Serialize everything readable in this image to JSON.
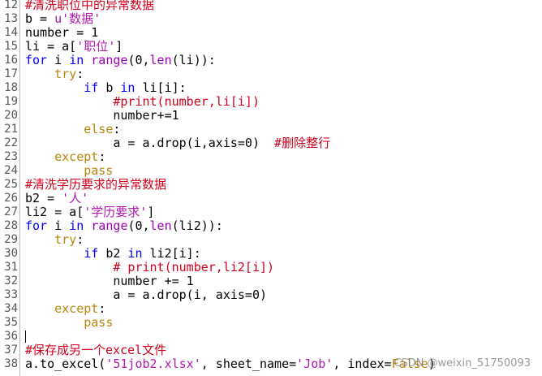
{
  "lines": [
    {
      "n": "12",
      "t": [
        {
          "c": "c",
          "v": "#清洗职位中的异常数据"
        }
      ]
    },
    {
      "n": "13",
      "t": [
        {
          "c": "",
          "v": "b = "
        },
        {
          "c": "s",
          "v": "u'数据'"
        }
      ]
    },
    {
      "n": "14",
      "t": [
        {
          "c": "",
          "v": "number = 1"
        }
      ]
    },
    {
      "n": "15",
      "t": [
        {
          "c": "",
          "v": "li = a["
        },
        {
          "c": "s",
          "v": "'职位'"
        },
        {
          "c": "",
          "v": "]"
        }
      ]
    },
    {
      "n": "16",
      "t": [
        {
          "c": "k",
          "v": "for"
        },
        {
          "c": "",
          "v": " i "
        },
        {
          "c": "k",
          "v": "in"
        },
        {
          "c": "",
          "v": " "
        },
        {
          "c": "b",
          "v": "range"
        },
        {
          "c": "",
          "v": "(0,"
        },
        {
          "c": "b",
          "v": "len"
        },
        {
          "c": "",
          "v": "(li)):"
        }
      ]
    },
    {
      "n": "17",
      "t": [
        {
          "c": "",
          "v": "    "
        },
        {
          "c": "e",
          "v": "try"
        },
        {
          "c": "",
          "v": ":"
        }
      ]
    },
    {
      "n": "18",
      "t": [
        {
          "c": "",
          "v": "        "
        },
        {
          "c": "k",
          "v": "if"
        },
        {
          "c": "",
          "v": " b "
        },
        {
          "c": "k",
          "v": "in"
        },
        {
          "c": "",
          "v": " li[i]:"
        }
      ]
    },
    {
      "n": "19",
      "t": [
        {
          "c": "",
          "v": "            "
        },
        {
          "c": "c",
          "v": "#print(number,li[i])"
        }
      ]
    },
    {
      "n": "20",
      "t": [
        {
          "c": "",
          "v": "            number+=1"
        }
      ]
    },
    {
      "n": "21",
      "t": [
        {
          "c": "",
          "v": "        "
        },
        {
          "c": "e",
          "v": "else"
        },
        {
          "c": "",
          "v": ":"
        }
      ]
    },
    {
      "n": "22",
      "t": [
        {
          "c": "",
          "v": "            a = a.drop(i,axis=0)  "
        },
        {
          "c": "c",
          "v": "#删除整行"
        }
      ]
    },
    {
      "n": "23",
      "t": [
        {
          "c": "",
          "v": "    "
        },
        {
          "c": "e",
          "v": "except"
        },
        {
          "c": "",
          "v": ":"
        }
      ]
    },
    {
      "n": "24",
      "t": [
        {
          "c": "",
          "v": "        "
        },
        {
          "c": "e",
          "v": "pass"
        }
      ]
    },
    {
      "n": "25",
      "t": [
        {
          "c": "c",
          "v": "#清洗学历要求的异常数据"
        }
      ]
    },
    {
      "n": "26",
      "t": [
        {
          "c": "",
          "v": "b2 = "
        },
        {
          "c": "s",
          "v": "'人'"
        }
      ]
    },
    {
      "n": "27",
      "t": [
        {
          "c": "",
          "v": "li2 = a["
        },
        {
          "c": "s",
          "v": "'学历要求'"
        },
        {
          "c": "",
          "v": "]"
        }
      ]
    },
    {
      "n": "28",
      "t": [
        {
          "c": "k",
          "v": "for"
        },
        {
          "c": "",
          "v": " i "
        },
        {
          "c": "k",
          "v": "in"
        },
        {
          "c": "",
          "v": " "
        },
        {
          "c": "b",
          "v": "range"
        },
        {
          "c": "",
          "v": "(0,"
        },
        {
          "c": "b",
          "v": "len"
        },
        {
          "c": "",
          "v": "(li2)):"
        }
      ]
    },
    {
      "n": "29",
      "t": [
        {
          "c": "",
          "v": "    "
        },
        {
          "c": "e",
          "v": "try"
        },
        {
          "c": "",
          "v": ":"
        }
      ]
    },
    {
      "n": "30",
      "t": [
        {
          "c": "",
          "v": "        "
        },
        {
          "c": "k",
          "v": "if"
        },
        {
          "c": "",
          "v": " b2 "
        },
        {
          "c": "k",
          "v": "in"
        },
        {
          "c": "",
          "v": " li2[i]:"
        }
      ]
    },
    {
      "n": "31",
      "t": [
        {
          "c": "",
          "v": "            "
        },
        {
          "c": "c",
          "v": "# print(number,li2[i])"
        }
      ]
    },
    {
      "n": "32",
      "t": [
        {
          "c": "",
          "v": "            number += 1"
        }
      ]
    },
    {
      "n": "33",
      "t": [
        {
          "c": "",
          "v": "            a = a.drop(i, axis=0)"
        }
      ]
    },
    {
      "n": "34",
      "t": [
        {
          "c": "",
          "v": "    "
        },
        {
          "c": "e",
          "v": "except"
        },
        {
          "c": "",
          "v": ":"
        }
      ]
    },
    {
      "n": "35",
      "t": [
        {
          "c": "",
          "v": "        "
        },
        {
          "c": "e",
          "v": "pass"
        }
      ]
    },
    {
      "n": "36",
      "t": [
        {
          "c": "",
          "v": ""
        }
      ]
    },
    {
      "n": "37",
      "t": [
        {
          "c": "c",
          "v": "#保存成另一个excel文件"
        }
      ]
    },
    {
      "n": "38",
      "t": [
        {
          "c": "",
          "v": "a.to_excel("
        },
        {
          "c": "s",
          "v": "'51job2.xlsx'"
        },
        {
          "c": "",
          "v": ", sheet_name="
        },
        {
          "c": "s",
          "v": "'Job'"
        },
        {
          "c": "",
          "v": ", index="
        },
        {
          "c": "e",
          "v": "False"
        },
        {
          "c": "",
          "v": ")"
        }
      ]
    }
  ],
  "cursor_line": "36",
  "watermark": "CSDN @weixin_51750093",
  "colors": {
    "keyword": "#0000ff",
    "builtin": "#9b00b5",
    "comment": "#d3001e",
    "string": "#b01ab0",
    "flow": "#b8860b",
    "line_number": "#585858"
  }
}
